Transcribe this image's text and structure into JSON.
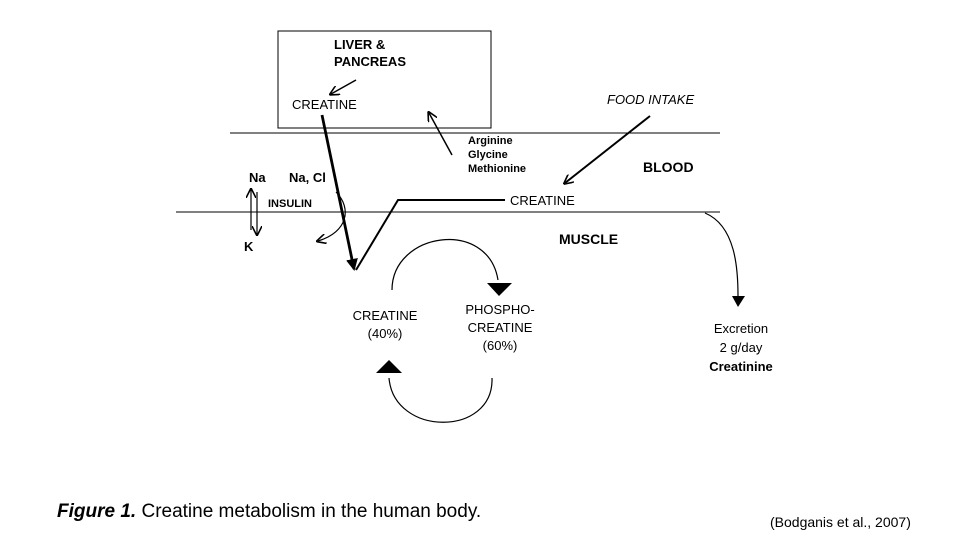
{
  "diagram": {
    "liver_box": {
      "title_line1": "LIVER &",
      "title_line2": "PANCREAS",
      "creatine": "CREATINE"
    },
    "food_intake": "FOOD INTAKE",
    "blood": "BLOOD",
    "muscle": "MUSCLE",
    "amino_acids": [
      "Arginine",
      "Glycine",
      "Methionine"
    ],
    "blood_creatine": "CREATINE",
    "ions": {
      "na": "Na",
      "na_cl": "Na, Cl",
      "k": "K",
      "insulin": "INSULIN"
    },
    "muscle_creatine": {
      "line1": "CREATINE",
      "line2": "(40%)"
    },
    "phosphocreatine": {
      "line1": "PHOSPHO-",
      "line2": "CREATINE",
      "line3": "(60%)"
    },
    "excretion": {
      "line1": "Excretion",
      "line2": "2 g/day",
      "line3": "Creatinine"
    }
  },
  "caption": {
    "label": "Figure 1.",
    "text": " Creatine metabolism in the human body."
  },
  "citation": "(Bodganis et al., 2007)"
}
